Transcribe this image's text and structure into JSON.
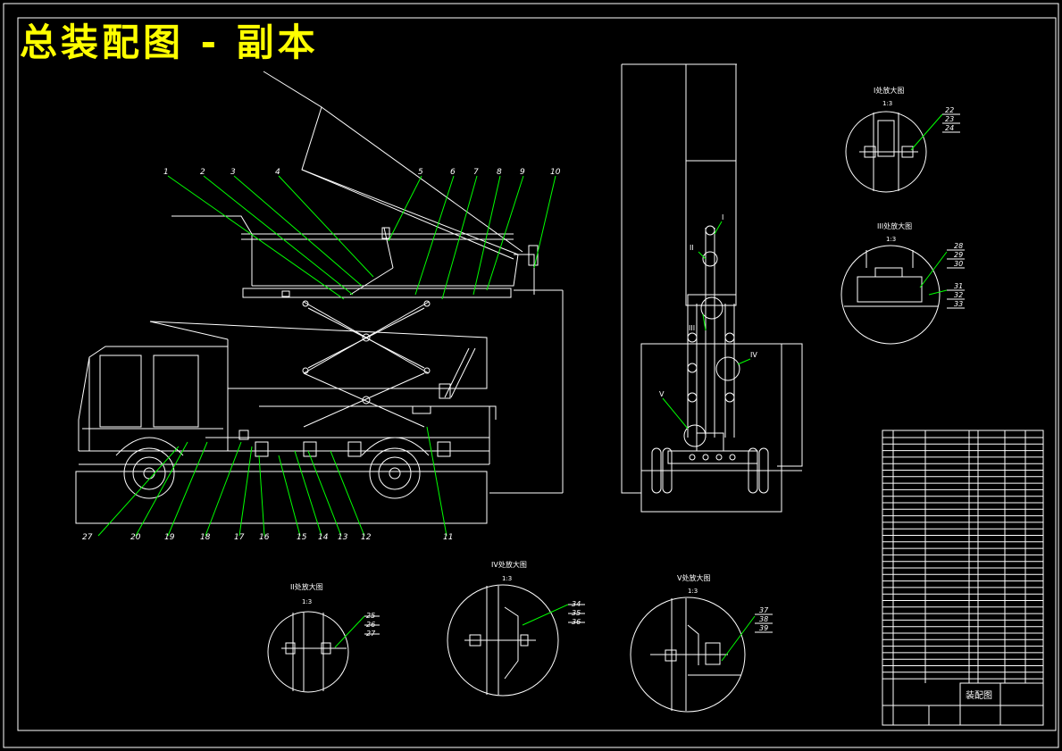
{
  "title": "总装配图 - 副本",
  "colors": {
    "background": "#000000",
    "lines": "#ffffff",
    "leaders": "#00ff00",
    "title": "#ffff00"
  },
  "detail_views": {
    "view1": {
      "title": "I处放大图",
      "scale": "1:3",
      "labels": [
        "22",
        "23",
        "24"
      ]
    },
    "view3": {
      "title": "III处放大图",
      "scale": "1:3",
      "labels": [
        "28",
        "29",
        "30",
        "31",
        "32",
        "33"
      ]
    },
    "view2": {
      "title": "II处放大图",
      "scale": "1:3",
      "labels": [
        "25",
        "26",
        "27"
      ]
    },
    "view4": {
      "title": "IV处放大图",
      "scale": "1:3",
      "labels": [
        "34",
        "35",
        "36"
      ]
    },
    "view5": {
      "title": "V处放大图",
      "scale": "1:3",
      "labels": [
        "37",
        "38",
        "39"
      ]
    }
  },
  "top_labels": [
    "1",
    "2",
    "3",
    "4",
    "5",
    "6",
    "7",
    "8",
    "9",
    "10"
  ],
  "bottom_labels": [
    "27",
    "20",
    "19",
    "18",
    "17",
    "16",
    "15",
    "14",
    "13",
    "12",
    "11"
  ],
  "side_view_marks": {
    "i": "I",
    "ii": "II",
    "iii": "III",
    "iv": "IV",
    "v": "V"
  },
  "title_block": {
    "drawing_name": "装配图"
  }
}
